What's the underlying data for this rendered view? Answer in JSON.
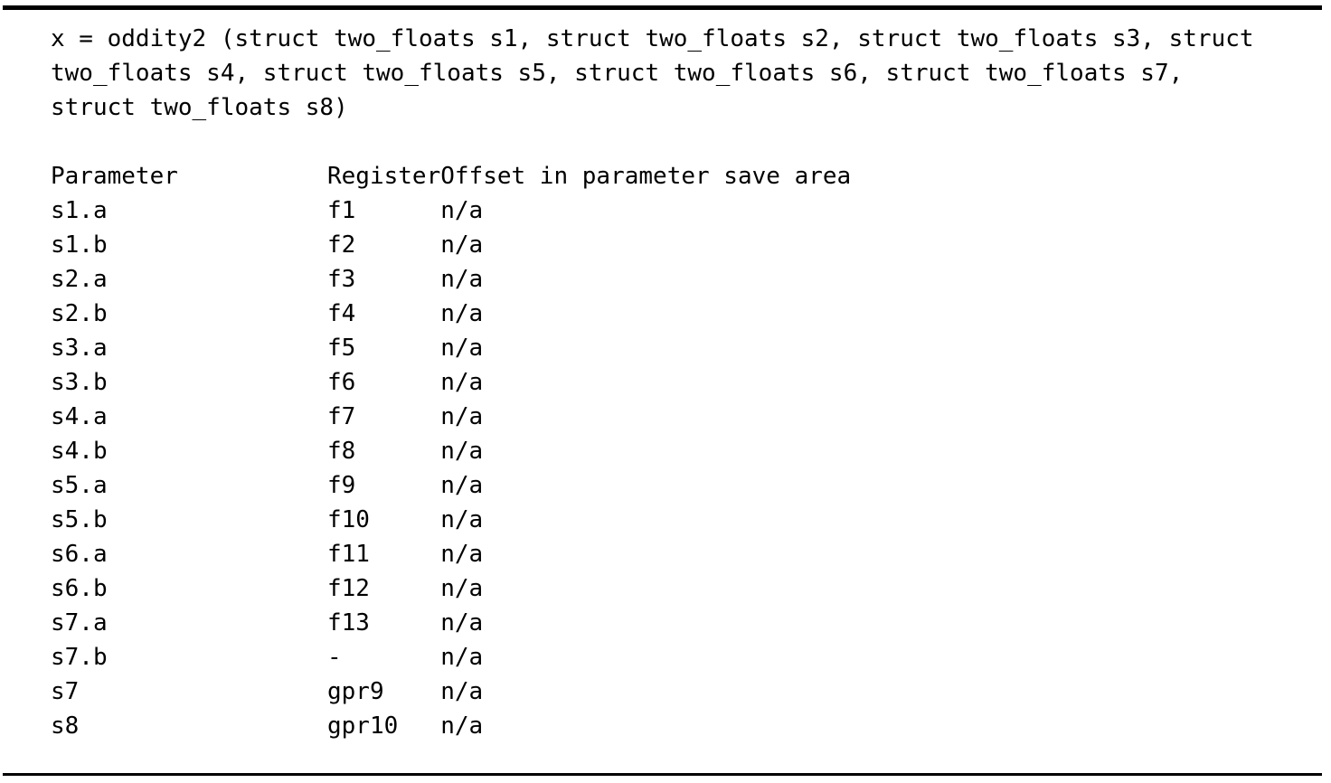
{
  "signature": "x = oddity2 (struct two_floats s1, struct two_floats s2, struct two_floats s3, struct two_floats s4, struct two_floats s5, struct two_floats s6, struct two_floats s7, struct two_floats s8)",
  "table": {
    "headers": {
      "parameter": "Parameter",
      "register": "Register",
      "offset": "Offset in parameter save area"
    },
    "rows": [
      {
        "parameter": "s1.a",
        "register": "f1",
        "offset": "n/a"
      },
      {
        "parameter": "s1.b",
        "register": "f2",
        "offset": "n/a"
      },
      {
        "parameter": "s2.a",
        "register": "f3",
        "offset": "n/a"
      },
      {
        "parameter": "s2.b",
        "register": "f4",
        "offset": "n/a"
      },
      {
        "parameter": "s3.a",
        "register": "f5",
        "offset": "n/a"
      },
      {
        "parameter": "s3.b",
        "register": "f6",
        "offset": "n/a"
      },
      {
        "parameter": "s4.a",
        "register": "f7",
        "offset": "n/a"
      },
      {
        "parameter": "s4.b",
        "register": "f8",
        "offset": "n/a"
      },
      {
        "parameter": "s5.a",
        "register": "f9",
        "offset": "n/a"
      },
      {
        "parameter": "s5.b",
        "register": "f10",
        "offset": "n/a"
      },
      {
        "parameter": "s6.a",
        "register": "f11",
        "offset": "n/a"
      },
      {
        "parameter": "s6.b",
        "register": "f12",
        "offset": "n/a"
      },
      {
        "parameter": "s7.a",
        "register": "f13",
        "offset": "n/a"
      },
      {
        "parameter": "s7.b",
        "register": "-",
        "offset": "n/a"
      },
      {
        "parameter": "s7",
        "register": "gpr9",
        "offset": "n/a"
      },
      {
        "parameter": "s8",
        "register": "gpr10",
        "offset": "n/a"
      }
    ]
  },
  "colors": {
    "text": "#000000",
    "background": "#ffffff",
    "rule": "#000000"
  }
}
